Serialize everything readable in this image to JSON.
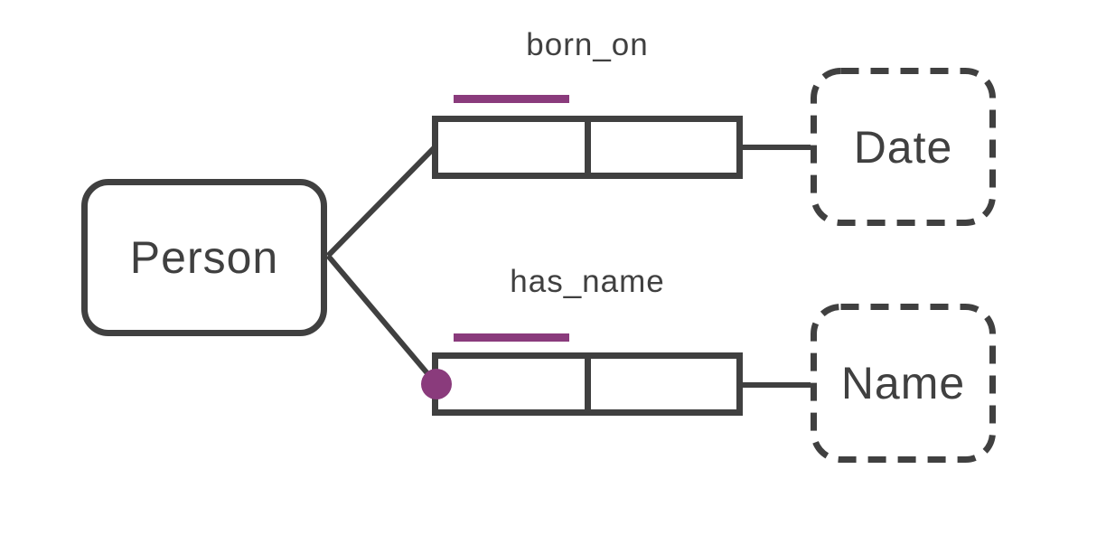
{
  "diagram": {
    "kind": "orm-schema-diagram",
    "entity": {
      "label": "Person"
    },
    "fact_types": [
      {
        "label": "born_on",
        "source": "Person",
        "target": "Date",
        "roles": 2,
        "uniqueness_bar_over_first_role": true,
        "mandatory_role_dot": false
      },
      {
        "label": "has_name",
        "source": "Person",
        "target": "Name",
        "roles": 2,
        "uniqueness_bar_over_first_role": true,
        "mandatory_role_dot": true
      }
    ],
    "value_types": [
      {
        "label": "Date"
      },
      {
        "label": "Name"
      }
    ],
    "colors": {
      "ink": "#404040",
      "constraint_purple": "#8a3b7c",
      "background": "#ffffff"
    }
  }
}
